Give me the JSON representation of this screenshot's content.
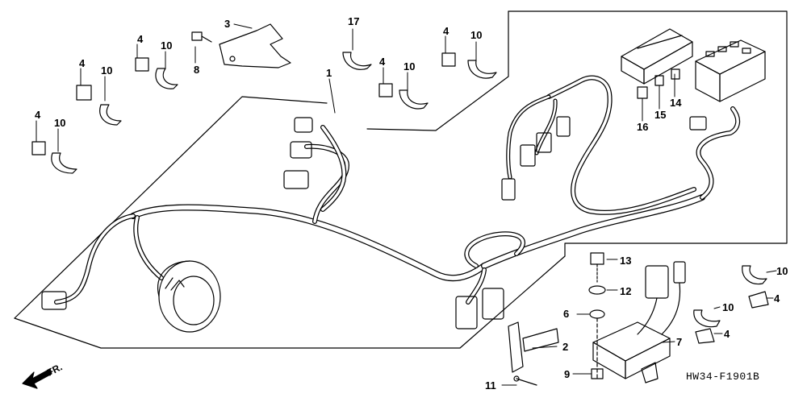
{
  "callouts": {
    "c1": "1",
    "c2": "2",
    "c3": "3",
    "c4": "4",
    "c6": "6",
    "c7": "7",
    "c8": "8",
    "c9": "9",
    "c10": "10",
    "c11": "11",
    "c12": "12",
    "c13": "13",
    "c14": "14",
    "c15": "15",
    "c16": "16",
    "c17": "17"
  },
  "diagram_code": "HW34-F1901B",
  "direction_label": "FR.",
  "colors": {
    "line": "#000000",
    "background": "#ffffff"
  }
}
